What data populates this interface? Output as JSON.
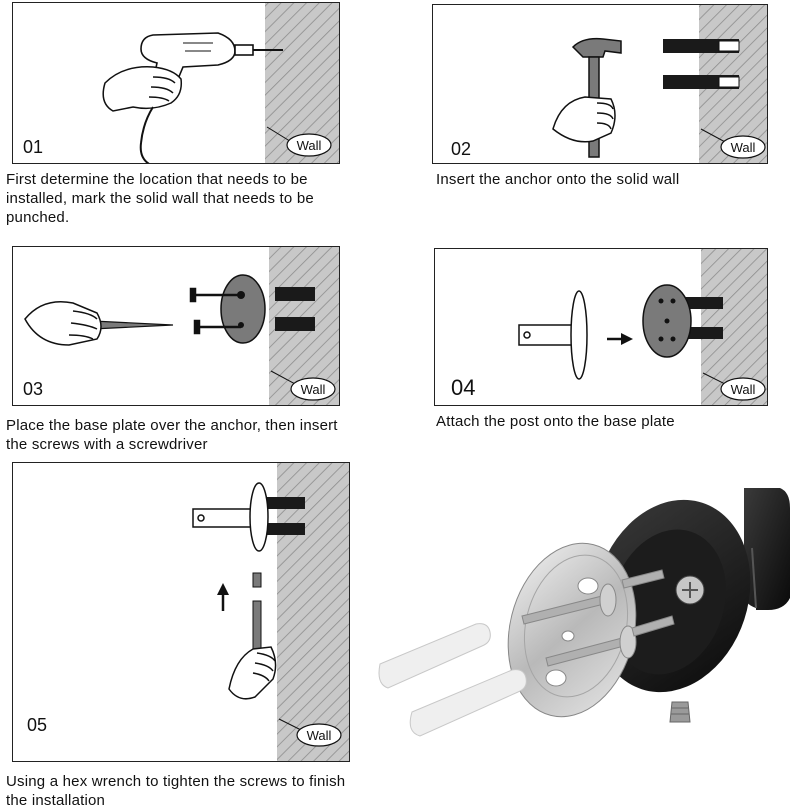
{
  "wall_label": "Wall",
  "steps": [
    {
      "number": "01",
      "caption": "First determine the location that needs to be installed, mark the solid wall that needs to be punched."
    },
    {
      "number": "02",
      "caption": "Insert the anchor onto the solid wall"
    },
    {
      "number": "03",
      "caption": "Place the base plate over the anchor, then insert the screws with a screwdriver"
    },
    {
      "number": "04",
      "caption": "Attach the post onto the base plate"
    },
    {
      "number": "05",
      "caption": "Using a hex wrench to tighten the screws to finish the installation"
    }
  ],
  "colors": {
    "wall_fill": "#bdbdbd",
    "hatch": "#8a8a8a",
    "anchor": "#1a1a1a",
    "plate_gray": "#7a7a7a",
    "steel": "#c9c9c9"
  }
}
